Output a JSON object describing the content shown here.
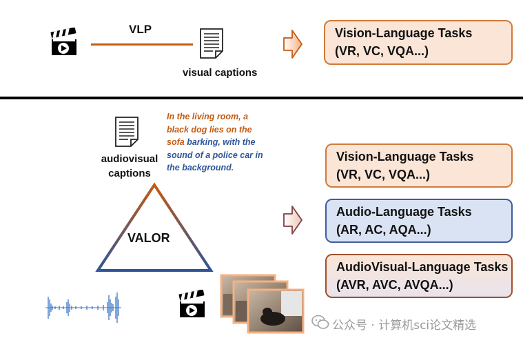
{
  "top": {
    "vlp_label": "VLP",
    "visual_captions_label": "visual captions",
    "task": {
      "title": "Vision-Language Tasks",
      "subtitle": "(VR, VC, VQA...)"
    }
  },
  "bottom": {
    "audiovisual_captions_label_line1": "audiovisual",
    "audiovisual_captions_label_line2": "captions",
    "caption_orange": "In the living room, a black dog lies on the sofa",
    "caption_blue": "barking, with the sound of a police car in the background",
    "caption_end": ".",
    "valor_label": "VALOR",
    "tasks": [
      {
        "title": "Vision-Language Tasks",
        "subtitle": "(VR, VC, VQA...)"
      },
      {
        "title": "Audio-Language Tasks",
        "subtitle": "(AR, AC, AQA...)"
      },
      {
        "title": "AudioVisual-Language Tasks",
        "subtitle": "(AVR, AVC, AVQA...)"
      }
    ]
  },
  "watermark": "公众号 · 计算机sci论文精选",
  "colors": {
    "orange": "#c55a11",
    "blue": "#2f5597",
    "vl_fill": "#fbe5d6",
    "al_fill": "#dae3f3"
  },
  "icons": [
    "clapperboard-icon",
    "document-icon",
    "arrow-right-icon",
    "waveform-icon",
    "video-frames-icon"
  ]
}
